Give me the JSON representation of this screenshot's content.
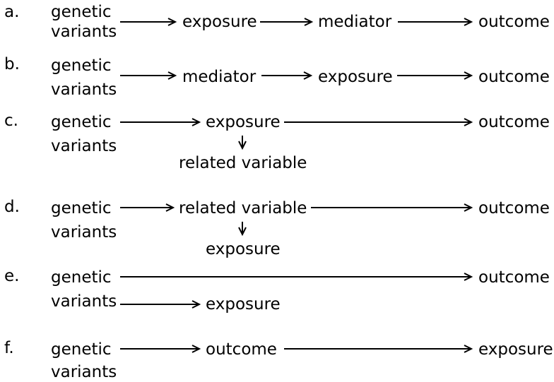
{
  "panels": [
    {
      "label": "a.",
      "source": [
        "genetic",
        "variants"
      ],
      "nodes": [
        "exposure",
        "mediator",
        "outcome"
      ],
      "edges": [
        [
          "source",
          "exposure"
        ],
        [
          "exposure",
          "mediator"
        ],
        [
          "mediator",
          "outcome"
        ]
      ]
    },
    {
      "label": "b.",
      "source": [
        "genetic",
        "variants"
      ],
      "nodes": [
        "mediator",
        "exposure",
        "outcome"
      ],
      "edges": [
        [
          "source",
          "mediator"
        ],
        [
          "mediator",
          "exposure"
        ],
        [
          "exposure",
          "outcome"
        ]
      ]
    },
    {
      "label": "c.",
      "source": [
        "genetic",
        "variants"
      ],
      "nodes": [
        "exposure",
        "outcome",
        "related variable"
      ],
      "edges": [
        [
          "source",
          "exposure"
        ],
        [
          "exposure",
          "outcome"
        ],
        [
          "exposure",
          "related variable"
        ]
      ]
    },
    {
      "label": "d.",
      "source": [
        "genetic",
        "variants"
      ],
      "nodes": [
        "related variable",
        "outcome",
        "exposure"
      ],
      "edges": [
        [
          "source",
          "related variable"
        ],
        [
          "related variable",
          "outcome"
        ],
        [
          "related variable",
          "exposure"
        ]
      ]
    },
    {
      "label": "e.",
      "source": [
        "genetic",
        "variants"
      ],
      "nodes": [
        "outcome",
        "exposure"
      ],
      "edges": [
        [
          "source",
          "outcome"
        ],
        [
          "source",
          "exposure"
        ]
      ]
    },
    {
      "label": "f.",
      "source": [
        "genetic",
        "variants"
      ],
      "nodes": [
        "outcome",
        "exposure"
      ],
      "edges": [
        [
          "source",
          "outcome"
        ],
        [
          "outcome",
          "exposure"
        ]
      ]
    }
  ]
}
